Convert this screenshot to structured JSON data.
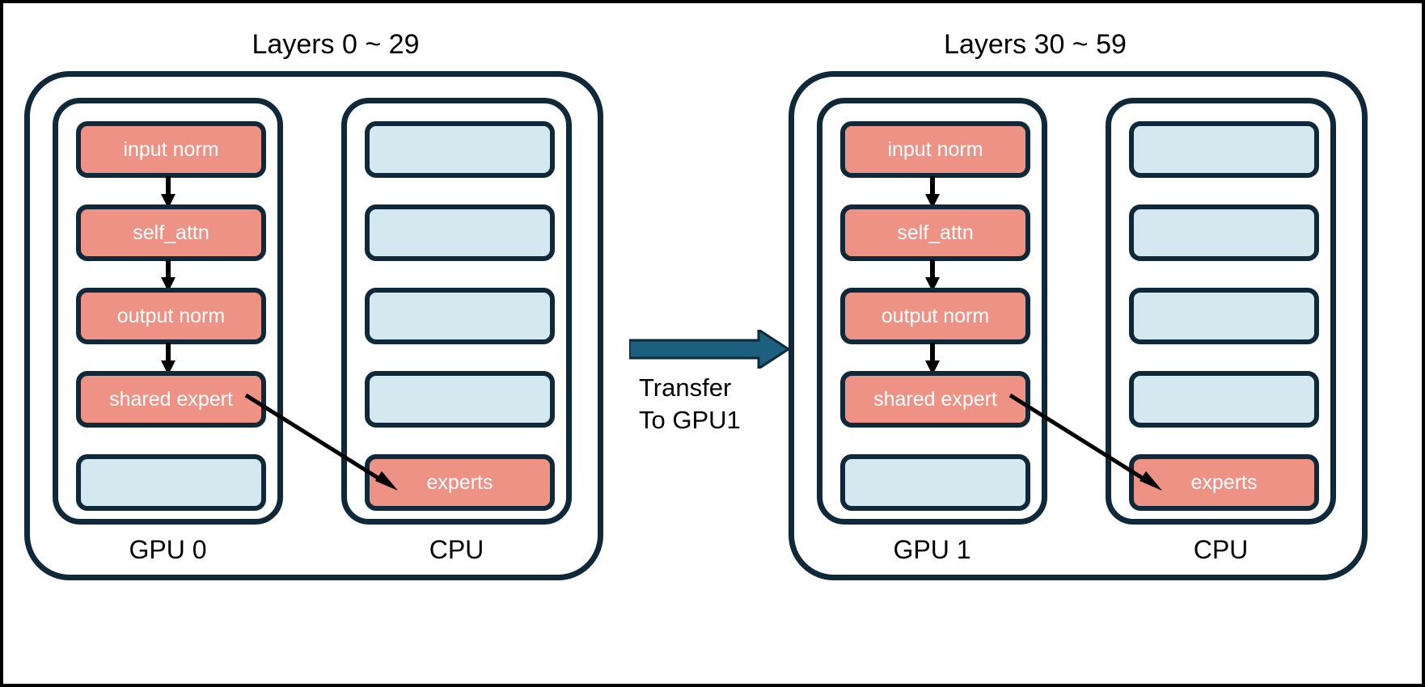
{
  "diagram": {
    "title_left": "Layers 0 ~ 29",
    "title_right": "Layers 30 ~ 59",
    "colors": {
      "active_block": "#ee9285",
      "idle_block": "#d3e8ef",
      "outline": "#10293a",
      "transfer_arrow": "#1d5f7f",
      "background": "#ffffff",
      "text": "#000000",
      "block_text": "#ffffff"
    },
    "groups": [
      {
        "id": "group-0",
        "title": "Layers 0 ~ 29",
        "gpu": {
          "label": "GPU 0",
          "blocks": [
            {
              "label": "input norm",
              "state": "active"
            },
            {
              "label": "self_attn",
              "state": "active"
            },
            {
              "label": "output norm",
              "state": "active"
            },
            {
              "label": "shared expert",
              "state": "active"
            },
            {
              "label": "",
              "state": "idle"
            }
          ]
        },
        "cpu": {
          "label": "CPU",
          "blocks": [
            {
              "label": "",
              "state": "idle"
            },
            {
              "label": "",
              "state": "idle"
            },
            {
              "label": "",
              "state": "idle"
            },
            {
              "label": "",
              "state": "idle"
            },
            {
              "label": "experts",
              "state": "active"
            }
          ]
        }
      },
      {
        "id": "group-1",
        "title": "Layers 30 ~ 59",
        "gpu": {
          "label": "GPU 1",
          "blocks": [
            {
              "label": "input norm",
              "state": "active"
            },
            {
              "label": "self_attn",
              "state": "active"
            },
            {
              "label": "output norm",
              "state": "active"
            },
            {
              "label": "shared expert",
              "state": "active"
            },
            {
              "label": "",
              "state": "idle"
            }
          ]
        },
        "cpu": {
          "label": "CPU",
          "blocks": [
            {
              "label": "",
              "state": "idle"
            },
            {
              "label": "",
              "state": "idle"
            },
            {
              "label": "",
              "state": "idle"
            },
            {
              "label": "",
              "state": "idle"
            },
            {
              "label": "experts",
              "state": "active"
            }
          ]
        }
      }
    ],
    "transfer": {
      "label": "Transfer\nTo GPU1",
      "line1": "Transfer",
      "line2": "To GPU1"
    }
  }
}
